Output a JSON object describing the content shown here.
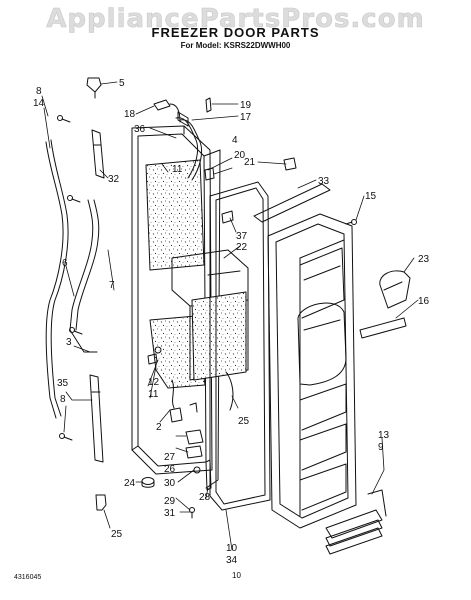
{
  "watermark": "AppliancePartsPros.com",
  "title": "FREEZER DOOR PARTS",
  "subtitle": "For Model: KSRS22DWWH00",
  "footer": {
    "doc_number": "4316045",
    "page_number": "10"
  },
  "callouts": {
    "c5": "5",
    "c8": "8",
    "c14": "14",
    "c32": "32",
    "c6": "6",
    "c7": "7",
    "c3": "3",
    "c35": "35",
    "c8b": "8",
    "c24": "24",
    "c25a": "25",
    "c18": "18",
    "c19": "19",
    "c17": "17",
    "c36": "36",
    "c4": "4",
    "c20": "20",
    "c11a": "11",
    "c21": "21",
    "c33": "33",
    "c15": "15",
    "c37": "37",
    "c22": "22",
    "c23": "23",
    "c16": "16",
    "c12": "12",
    "c11b": "11",
    "c2": "2",
    "c25b": "25",
    "c13": "13",
    "c9": "9",
    "c27": "27",
    "c26": "26",
    "c30": "30",
    "c28": "28",
    "c29": "29",
    "c31": "31",
    "c10": "10",
    "c34": "34"
  }
}
